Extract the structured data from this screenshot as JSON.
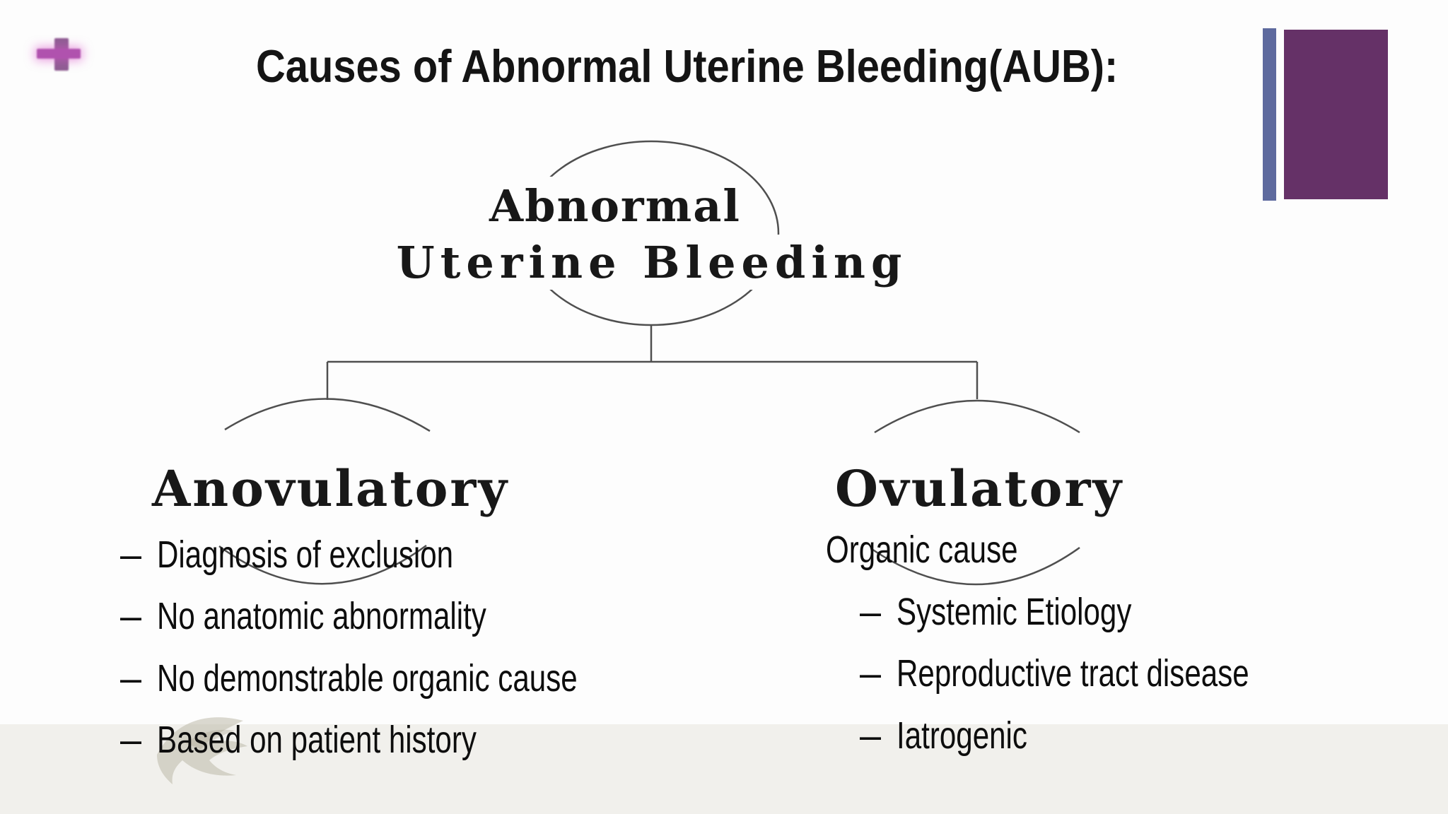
{
  "slide": {
    "title": "Causes of Abnormal Uterine Bleeding(AUB):",
    "root_node": {
      "line1": "Abnormal",
      "line2": "Uterine Bleeding"
    },
    "bullet_marker": "–",
    "left_branch": {
      "label": "Anovulatory",
      "bullets": [
        "Diagnosis of exclusion",
        "No anatomic abnormality",
        "No demonstrable organic cause",
        "Based on patient history"
      ]
    },
    "right_branch": {
      "label": "Ovulatory",
      "subtitle": "Organic cause",
      "bullets": [
        "Systemic Etiology",
        "Reproductive tract disease",
        "Iatrogenic"
      ]
    },
    "decorations": {
      "plus_icon": "plus-icon",
      "plus_vertical_color": "#8d5d92",
      "plus_horizontal_color": "#b052ae",
      "accent_bar_color": "#5e6a9e",
      "accent_rect_color": "#653167",
      "connector_line_color": "#4f4f4f",
      "footer_band_color": "#f1f0ec",
      "watermark_color": "#b7b4a1"
    }
  }
}
